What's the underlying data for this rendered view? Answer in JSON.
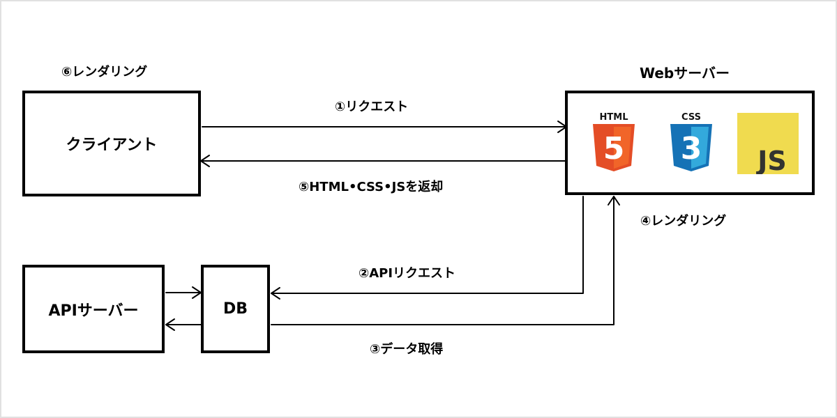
{
  "nodes": {
    "client": "クライアント",
    "web_server": "Webサーバー",
    "api_server": "APIサーバー",
    "db": "DB"
  },
  "steps": {
    "s1": "①リクエスト",
    "s2": "②APIリクエスト",
    "s3": "③データ取得",
    "s4": "④レンダリング",
    "s5": "⑤HTML•CSS•JSを返却",
    "s6": "⑥レンダリング"
  },
  "logos": {
    "html": "HTML",
    "html_num": "5",
    "css": "CSS",
    "css_num": "3",
    "js": "JS"
  },
  "colors": {
    "html5": "#e44d26",
    "css3": "#1572b6",
    "js": "#f0db4f",
    "line": "#000000"
  }
}
